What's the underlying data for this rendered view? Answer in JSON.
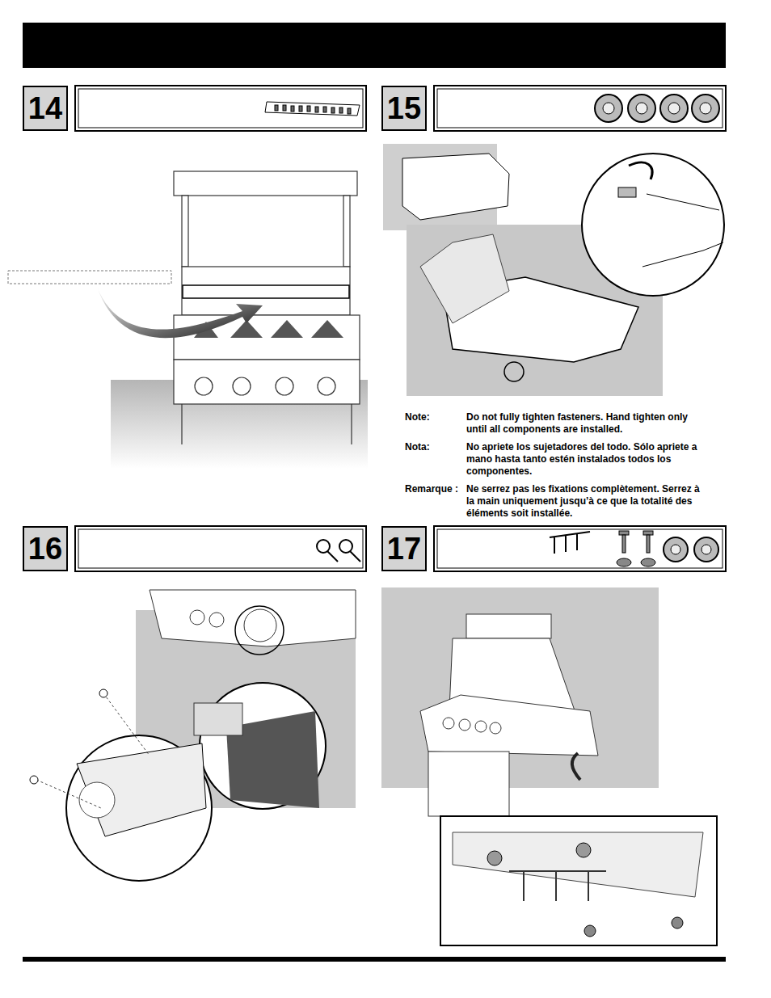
{
  "diagram": {
    "nodes": [
      {
        "text": [
          "14"
        ]
      },
      {
        "text": [
          "15"
        ]
      },
      {
        "text": [
          "16"
        ]
      },
      {
        "text": [
          "17"
        ]
      }
    ],
    "labels": [
      "Note:",
      "Do not fully tighten fasteners. Hand tighten only until all components are installed.",
      "Nota:",
      "No apriete los sujetadores del todo. Sólo apriete a mano hasta tanto estén instalados todos los componentes.",
      "Remarque :",
      "Ne serrez pas les fixations complètement. Serrez à la main uniquement jusqu’à ce que la totalité des éléments soit installée."
    ]
  }
}
